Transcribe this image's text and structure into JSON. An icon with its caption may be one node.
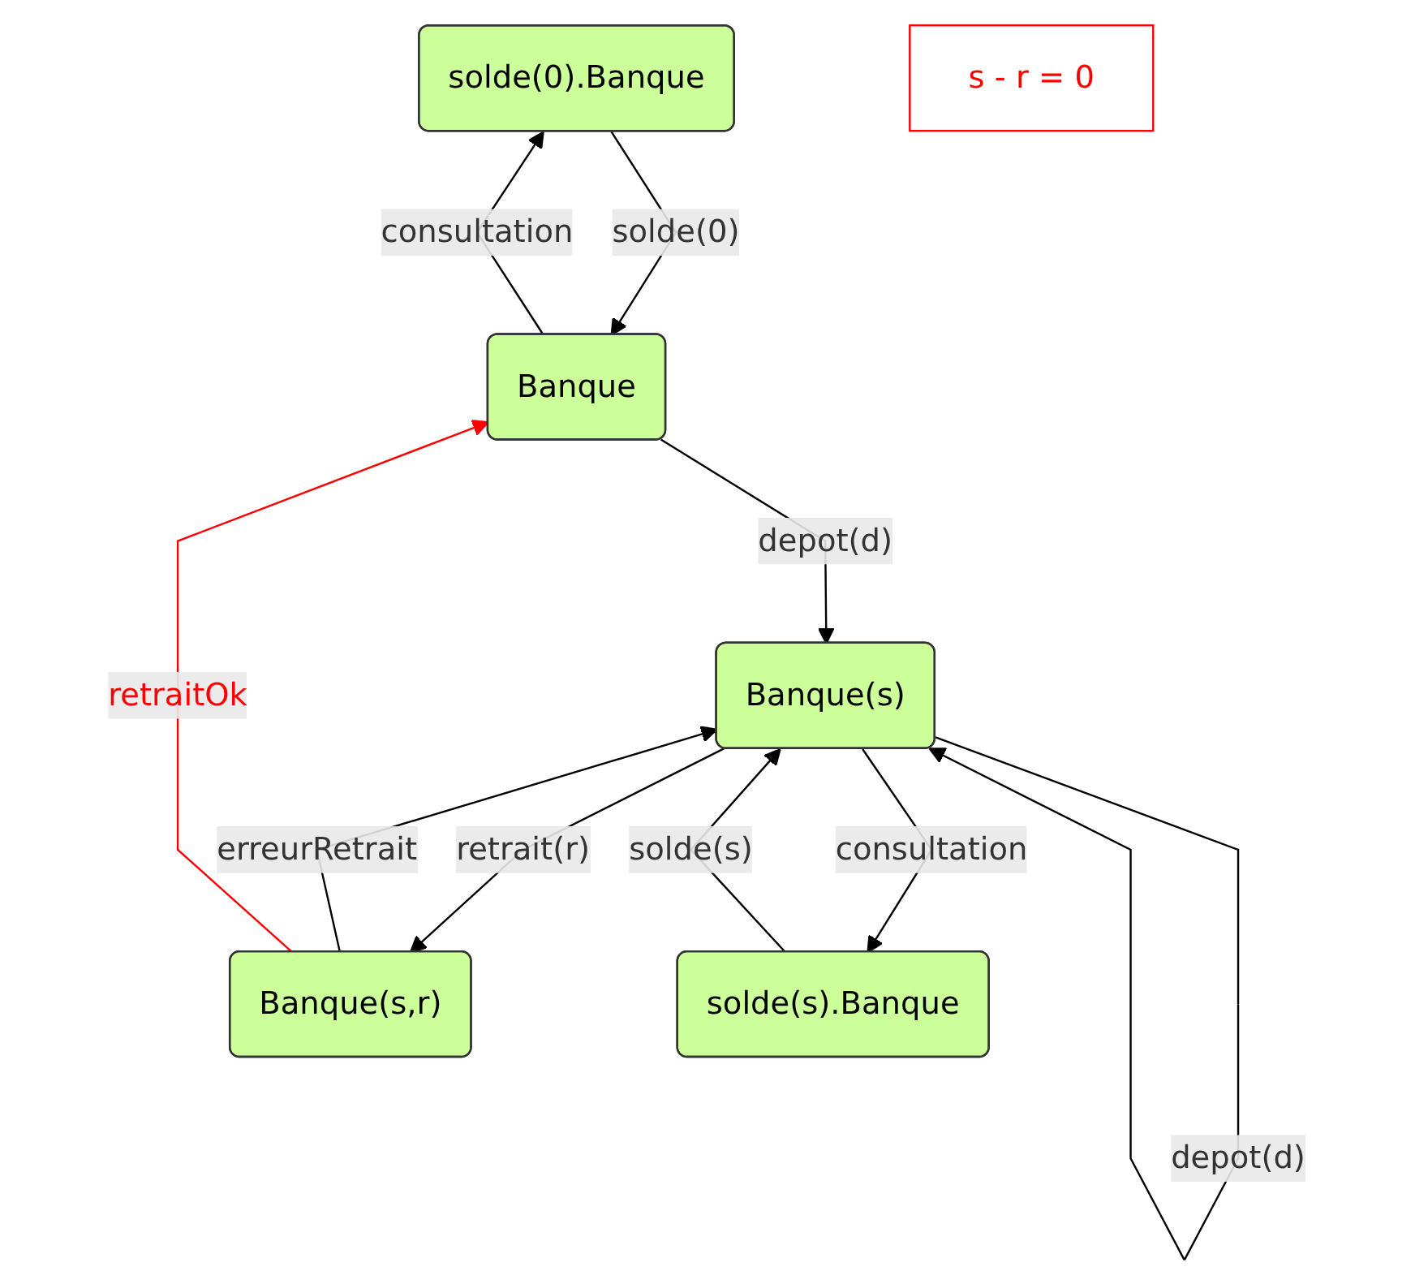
{
  "diagram": {
    "nodes": [
      {
        "text": [
          "solde(0).Banque"
        ]
      },
      {
        "text": [
          "Banque"
        ]
      },
      {
        "text": [
          "Banque(s)"
        ]
      },
      {
        "text": [
          "Banque(s,r)"
        ]
      },
      {
        "text": [
          "solde(s).Banque"
        ]
      },
      {
        "text": [
          "s - r = 0"
        ]
      }
    ],
    "edges": [
      {
        "from": 1,
        "to": 0,
        "arrow": "to",
        "label": "consultation"
      },
      {
        "from": 0,
        "to": 1,
        "arrow": "to",
        "label": "solde(0)"
      },
      {
        "from": 1,
        "to": 2,
        "arrow": "to",
        "label": "depot(d)"
      },
      {
        "from": 2,
        "to": 2,
        "arrow": "to",
        "label": "depot(d)"
      },
      {
        "from": 3,
        "to": 2,
        "arrow": "to",
        "label": "erreurRetrait"
      },
      {
        "from": 2,
        "to": 3,
        "arrow": "to",
        "label": "retrait(r)"
      },
      {
        "from": 3,
        "to": 1,
        "arrow": "to",
        "label": "retraitOk",
        "color": "#ff0000"
      },
      {
        "from": 4,
        "to": 2,
        "arrow": "to",
        "label": "solde(s)"
      },
      {
        "from": 2,
        "to": 4,
        "arrow": "to",
        "label": "consultation"
      }
    ]
  }
}
